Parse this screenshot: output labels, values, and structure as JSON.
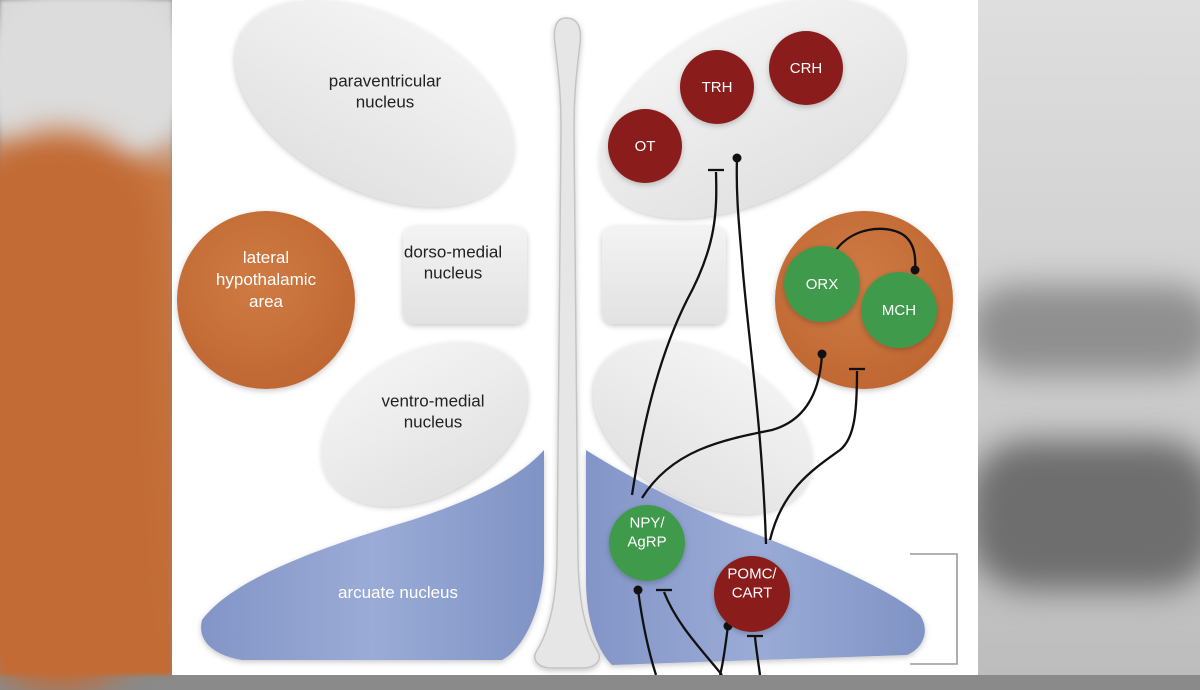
{
  "regions": {
    "paraventricular": "paraventricular\nnucleus",
    "lateral": "lateral\nhypothalamic\narea",
    "dorsomedial": "dorso-medial\nnucleus",
    "ventromedial": "ventro-medial\nnucleus",
    "arcuate": "arcuate nucleus"
  },
  "cells": {
    "trh": "TRH",
    "crh": "CRH",
    "ot": "OT",
    "orx": "ORX",
    "mch": "MCH",
    "npy": "NPY/\nAgRP",
    "pomc": "POMC/\nCART"
  },
  "colors": {
    "cell_red": "#8b1f1a",
    "cell_green": "#3f9a4c",
    "lateral_orange": "#c8703a",
    "arcuate_blue": "#8094c6",
    "nucleus_gray": "#ebebeb"
  }
}
